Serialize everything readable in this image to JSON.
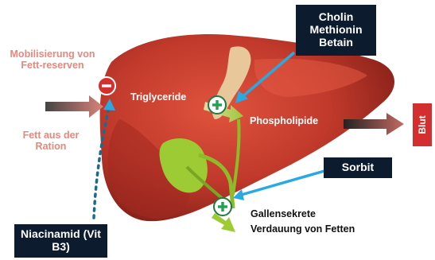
{
  "inputs": {
    "mobilisierung": "Mobilisierung von Fett-reserven",
    "ration": "Fett aus der Ration"
  },
  "molecules": {
    "triglyceride": "Triglyceride",
    "phospholipide": "Phospholipide"
  },
  "boxes": {
    "cholin": "Cholin Methionin Betain",
    "sorbit": "Sorbit",
    "niacinamid": "Niacinamid (Vit B3)"
  },
  "outputs": {
    "blut": "Blut",
    "gallensekrete": "Gallensekrete",
    "verdauung": "Verdauung von Fetten"
  },
  "colors": {
    "liver": "#c0392b",
    "bile": "#8dbb2a",
    "arrow_blue": "#29a9e1",
    "box_bg": "#0d1b2e",
    "pink_text": "#e8877c",
    "blut_bg": "#d32f2f"
  },
  "icons": {
    "plus": "plus-icon",
    "minus": "minus-icon"
  }
}
